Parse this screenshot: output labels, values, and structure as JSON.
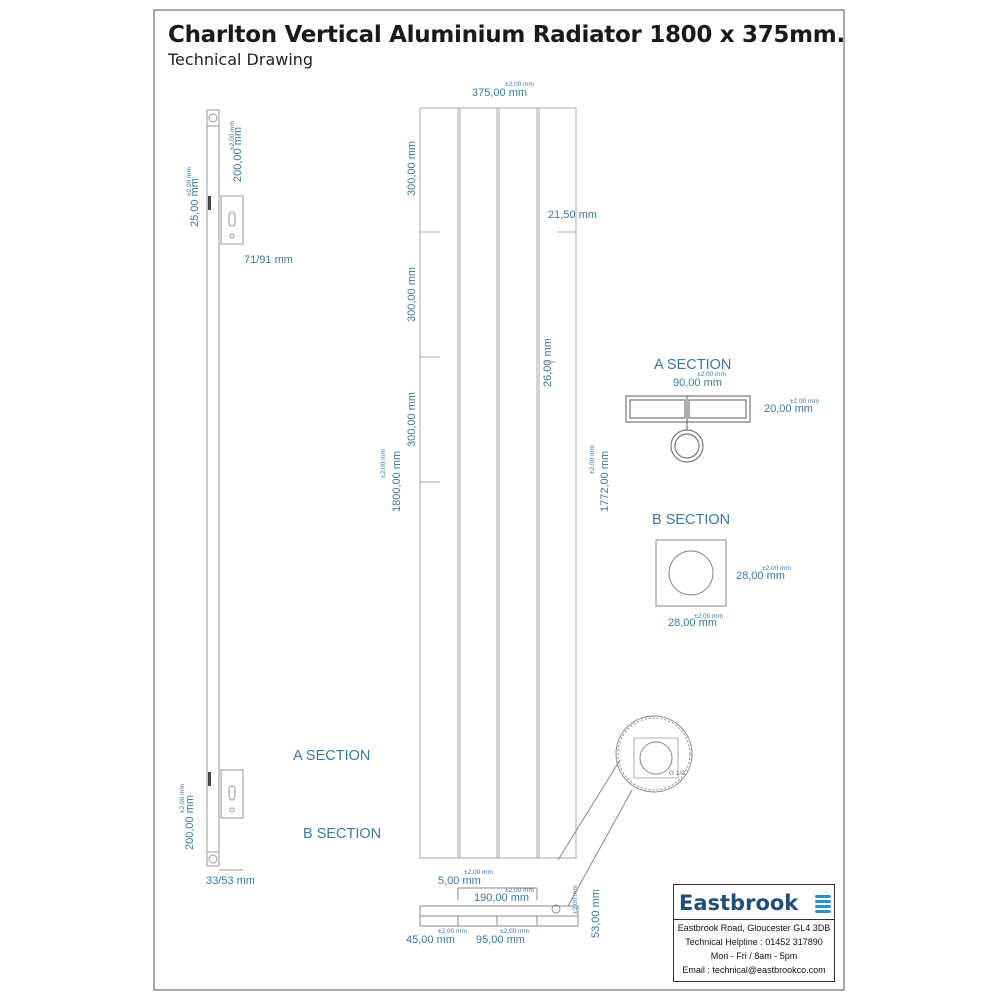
{
  "title": "Charlton Vertical Aluminium Radiator 1800 x 375mm.",
  "subtitle": "Technical Drawing",
  "colors": {
    "dimension": "#3a78a8",
    "outline": "#9a9a9a",
    "frame": "#555555",
    "brand": "#1f4e7a",
    "brand_mark": "#2a8fd1"
  },
  "dimensions": {
    "overall_width": "375,00 mm",
    "tolerance": "±2,00 mm",
    "section_spacing_1": "300,00 mm",
    "section_spacing_2": "300,00 mm",
    "section_spacing_3": "300,00 mm",
    "overall_height": "1800,00 mm",
    "inner_height": "1772,00 mm",
    "column_gap": "21,50 mm",
    "column_depth": "26,00 mm",
    "top_bracket_offset": "200,00 mm",
    "bracket_size": "25,00 mm",
    "wall_gap_top": "71/91 mm",
    "bottom_bracket_offset": "200,00 mm",
    "wall_gap_bottom": "33/53 mm",
    "pipe_offset": "5,00 mm",
    "bracket_centres": "190,00 mm",
    "side_offset": "45,00 mm",
    "pipe_centres": "95,00 mm",
    "valve_height": "53,00 mm"
  },
  "sections": {
    "a_label": "A SECTION",
    "a_width": "90,00 mm",
    "a_depth": "20,00 mm",
    "b_label": "B SECTION",
    "b_width": "28,00 mm",
    "b_depth": "28,00 mm",
    "side_a_label": "A SECTION",
    "side_b_label": "B SECTION",
    "detail_label": "G 1/2"
  },
  "brand": {
    "name": "Eastbrook",
    "address": "Eastbrook Road, Gloucester GL4 3DB",
    "helpline": "Technical Helpline : 01452 317890",
    "hours": "Mon - Fri / 8am - 5pm",
    "email": "Email : technical@eastbrookco.com"
  }
}
